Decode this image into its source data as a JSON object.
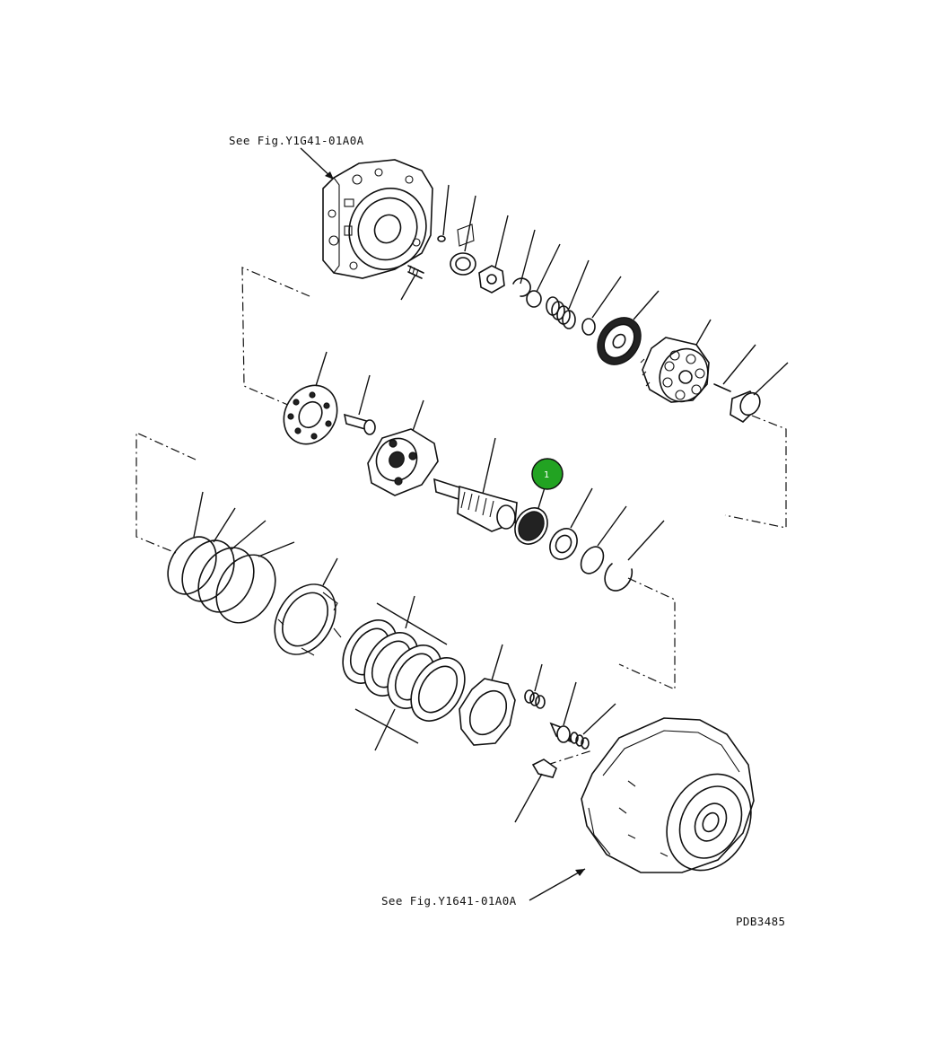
{
  "diagram": {
    "ref_top": "See Fig.Y1G41-01A0A",
    "ref_bottom": "See Fig.Y1641-01A0A",
    "drawing_code": "PDB3485"
  },
  "callouts": [
    {
      "number": "1",
      "color": "#22a322"
    }
  ]
}
